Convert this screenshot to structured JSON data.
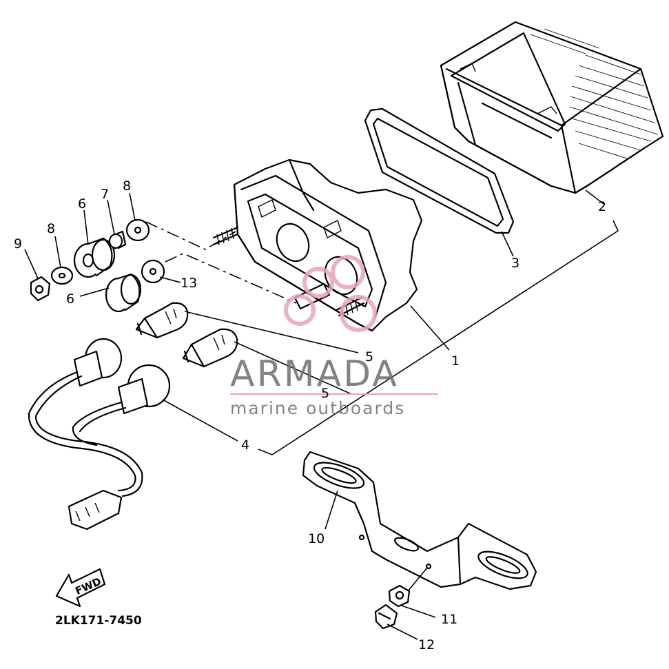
{
  "diagram": {
    "part_number": "2LK171-7450",
    "fwd_label": "FWD",
    "callouts": [
      {
        "id": "c1",
        "text": "1"
      },
      {
        "id": "c2",
        "text": "2"
      },
      {
        "id": "c3",
        "text": "3"
      },
      {
        "id": "c4",
        "text": "4"
      },
      {
        "id": "c5a",
        "text": "5"
      },
      {
        "id": "c5b",
        "text": "5"
      },
      {
        "id": "c6a",
        "text": "6"
      },
      {
        "id": "c6b",
        "text": "6"
      },
      {
        "id": "c7",
        "text": "7"
      },
      {
        "id": "c8a",
        "text": "8"
      },
      {
        "id": "c8b",
        "text": "8"
      },
      {
        "id": "c9",
        "text": "9"
      },
      {
        "id": "c10",
        "text": "10"
      },
      {
        "id": "c11",
        "text": "11"
      },
      {
        "id": "c12",
        "text": "12"
      },
      {
        "id": "c13",
        "text": "13"
      }
    ]
  },
  "watermark": {
    "brand": "ARMADA",
    "tagline": "marine outboards",
    "color": "#6e6e6e",
    "accent_color": "#e9a3bf"
  }
}
